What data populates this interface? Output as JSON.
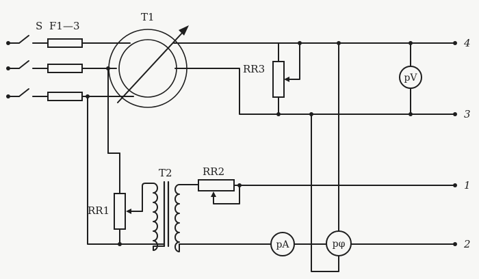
{
  "labels": {
    "switch": "S",
    "fuses": "F1—3",
    "transformer_1": "T1",
    "transformer_2": "T2",
    "resistor_1": "RR1",
    "resistor_2": "RR2",
    "resistor_3": "RR3"
  },
  "meters": {
    "voltmeter": "pV",
    "ammeter": "pA",
    "phase_meter": "pφ"
  },
  "terminals": {
    "t1": "1",
    "t2": "2",
    "t3": "3",
    "t4": "4"
  }
}
